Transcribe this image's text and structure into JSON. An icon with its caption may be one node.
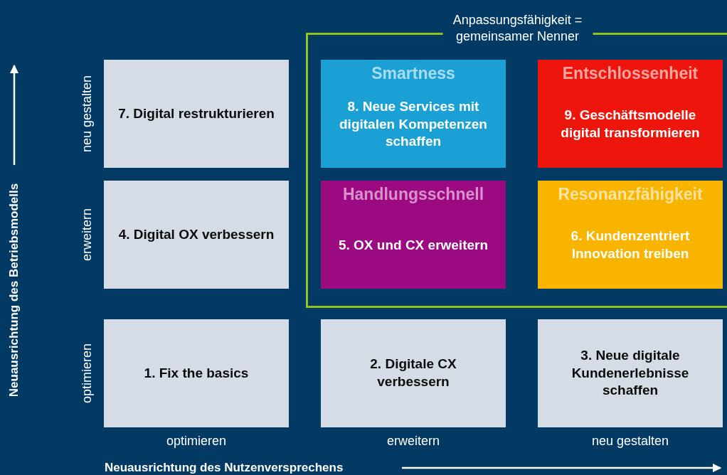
{
  "diagram": {
    "nodes": [
      {
        "text": [
          "7. Digital restrukturieren"
        ]
      },
      {
        "text": [
          "Anpassungsfähigkeit = gemeinsamer Nenner"
        ]
      },
      {
        "text": [
          "Smartness",
          "8. Neue Services mit digitalen Kompetenzen schaffen"
        ],
        "in": 1
      },
      {
        "text": [
          "Entschlossenheit",
          "9. Geschäftsmodelle digital transformieren"
        ],
        "in": 1
      },
      {
        "text": [
          "4. Digital OX verbessern"
        ]
      },
      {
        "text": [
          "Handlungsschnell",
          "5. OX und CX erweitern"
        ],
        "in": 1
      },
      {
        "text": [
          "Resonanzfähigkeit",
          "6. Kundenzentriert Innovation treiben"
        ],
        "in": 1
      },
      {
        "text": [
          "1. Fix the basics"
        ]
      },
      {
        "text": [
          "2. Digitale CX verbessern"
        ]
      },
      {
        "text": [
          "3. Neue digitale Kundenerlebnisse schaffen"
        ]
      }
    ],
    "labels": [
      "neu gestalten",
      "erweitern",
      "optimieren",
      "Neuausrichtung des Betriebsmodells",
      "optimieren",
      "erweitern",
      "neu gestalten",
      "Neuausrichtung des Nutzenversprechens"
    ]
  }
}
